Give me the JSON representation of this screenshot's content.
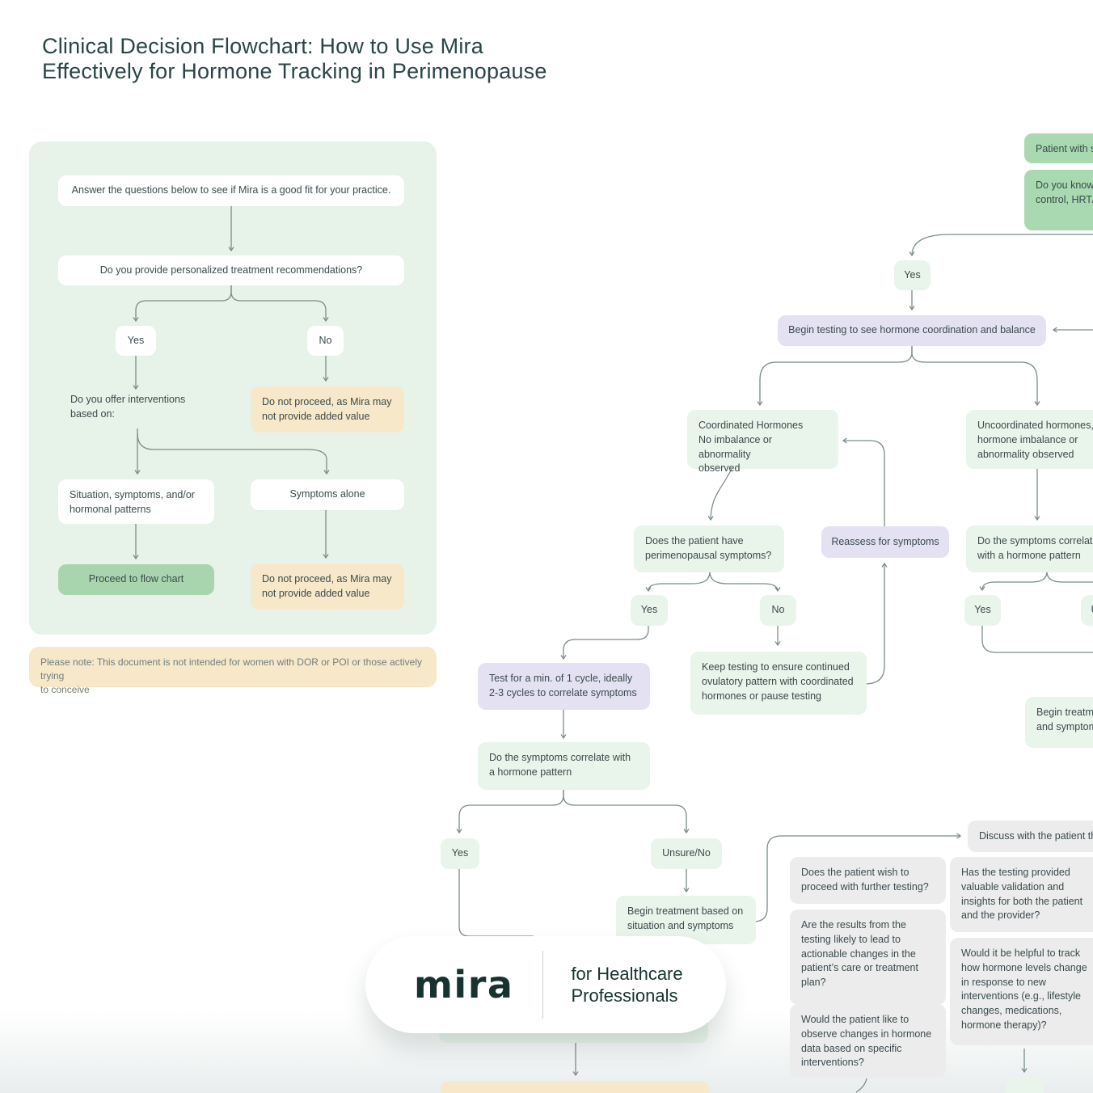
{
  "title": "Clinical Decision Flowchart: How to Use Mira\nEffectively for Hormone Tracking in Perimenopause",
  "qualifier_panel": {
    "intro": "Answer the questions below to see if Mira is a good fit for your practice.",
    "q_personalized": "Do you provide personalized treatment recommendations?",
    "yes_label": "Yes",
    "no_label": "No",
    "q_interventions": "Do you offer interventions\nbased on:",
    "do_not_proceed_1": "Do not proceed, as Mira may\nnot provide added value",
    "situation_option": "Situation, symptoms, and/or\nhormonal patterns",
    "symptoms_alone_option": "Symptoms alone",
    "proceed_button": "Proceed to flow chart",
    "do_not_proceed_2": "Do not proceed, as Mira may\nnot provide added value",
    "note": "Please note: This document is not intended for women with DOR or POI or those actively trying\nto conceive"
  },
  "flow": {
    "patient_start": "Patient with suspected perimenopause",
    "know_medications": "Do you know if the patient is on birth\ncontrol, HRT/MHT or other medications?",
    "yes_top": "Yes",
    "begin_testing": "Begin testing to see hormone coordination and balance",
    "coordinated": "Coordinated Hormones\nNo imbalance or abnormality\nobserved",
    "uncoordinated": "Uncoordinated  hormones,\nhormone imbalance or\nabnormality observed",
    "perimenopausal_q": "Does the patient have\nperimenopausal symptoms?",
    "reassess": "Reassess for symptoms",
    "correlate_right": "Do the symptoms correlate\nwith a hormone pattern",
    "yes_mid": "Yes",
    "no_mid": "No",
    "yes_right": "Yes",
    "unsure_right": "Unsure/No",
    "test_cycles": "Test for a min. of 1 cycle, ideally\n2-3 cycles to correlate symptoms",
    "keep_testing": "Keep testing to ensure continued\novulatory pattern with coordinated\nhormones or pause testing",
    "begin_treatment_right": "Begin treatment based on situation\nand symptoms",
    "correlate_mid": "Do the symptoms correlate with\na hormone pattern",
    "yes_bottom": "Yes",
    "unsure_bottom": "Unsure/No",
    "begin_treatment_mid": "Begin treatment based on\nsituation and symptoms",
    "discuss": "Discuss with the patient the following",
    "q_further_testing": "Does the patient wish to\nproceed with further testing?",
    "q_actionable": "Are the results from the\ntesting likely to lead to\nactionable changes in the\npatient’s care or treatment\nplan?",
    "q_observe_changes": "Would the patient like to\nobserve changes in hormone\ndata based on specific\ninterventions?",
    "q_validation": "Has the testing provided\nvaluable validation and\ninsights for both the patient\nand the provider?",
    "q_track_interventions": "Would it be helpful to track\nhow hormone levels change\nin response to new\ninterventions (e.g., lifestyle\nchanges, medications,\nhormone therapy)?"
  },
  "branding": {
    "logo": "mira",
    "tagline": "for Healthcare\nProfessionals"
  },
  "colors": {
    "panel_green": "#e7f2e8",
    "light_green": "#e9f4ea",
    "medium_green": "#a8d9b0",
    "proceed_green": "#a8d5ad",
    "purple": "#e4e1f2",
    "tan": "#f8e8ca",
    "gray": "#ececec",
    "arrow": "#7b8c8c",
    "text": "#3a4b4d"
  }
}
